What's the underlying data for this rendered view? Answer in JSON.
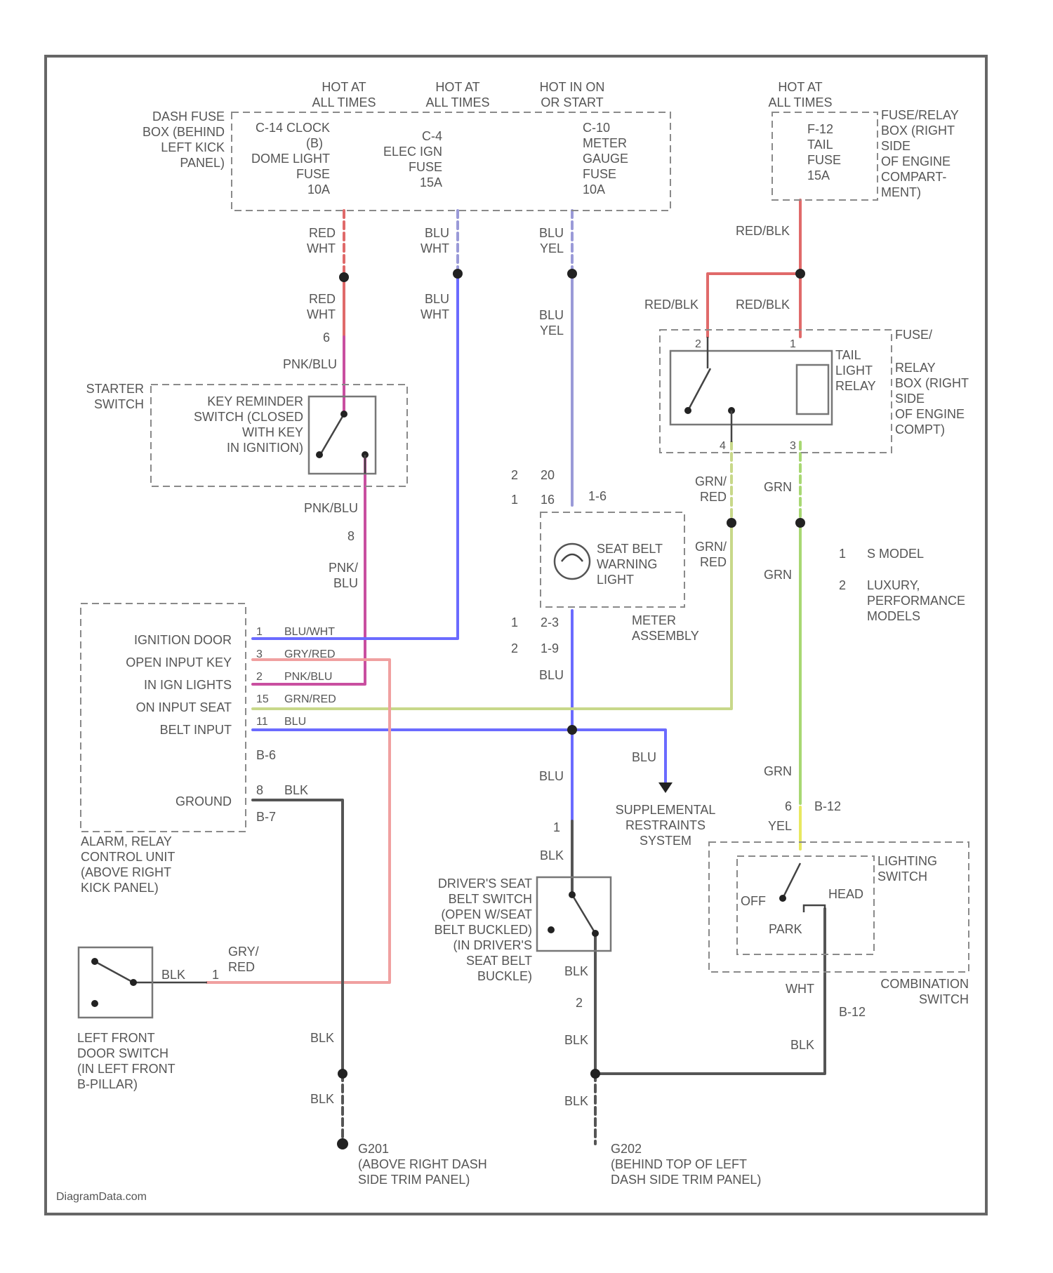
{
  "colors": {
    "red": "#e06a6a",
    "pink": "#c94fa0",
    "blue": "#6b6bff",
    "lavender": "#9a9ad8",
    "green": "#a8d873",
    "yellowgreen": "#c8d88a",
    "yellow": "#e8e860",
    "black": "#555555",
    "salmon": "#f0a0a0",
    "frame": "#666666"
  },
  "labels": {
    "hot1": [
      "HOT AT",
      "ALL TIMES"
    ],
    "hot2": [
      "HOT AT",
      "ALL TIMES"
    ],
    "hot3": [
      "HOT IN ON",
      "OR START"
    ],
    "hot4": [
      "HOT AT",
      "ALL TIMES"
    ],
    "dash_fuse_box": [
      "DASH FUSE",
      "BOX (BEHIND",
      "LEFT KICK",
      "PANEL)"
    ],
    "fuse_c14": [
      "C-14 CLOCK",
      "(B)",
      "DOME LIGHT",
      "FUSE",
      "10A"
    ],
    "fuse_c4": [
      "C-4",
      "ELEC IGN",
      "FUSE",
      "15A"
    ],
    "fuse_c10": [
      "C-10",
      "METER",
      "GAUGE",
      "FUSE",
      "10A"
    ],
    "fuse_f12": [
      "F-12",
      "TAIL",
      "FUSE",
      "15A"
    ],
    "fuse_relay_box": [
      "FUSE/RELAY",
      "BOX (RIGHT",
      "SIDE",
      "OF ENGINE",
      "COMPART-",
      "MENT)"
    ],
    "w_red_wht": [
      "RED",
      "WHT"
    ],
    "w_red_wht2": [
      "RED",
      "WHT"
    ],
    "w_blu_wht": [
      "BLU",
      "WHT"
    ],
    "w_blu_wht2": [
      "BLU",
      "WHT"
    ],
    "w_blu_yel": [
      "BLU",
      "YEL"
    ],
    "w_blu_yel2": [
      "BLU",
      "YEL"
    ],
    "w_red_blk1": "RED/BLK",
    "w_red_blk2": "RED/BLK",
    "w_red_blk3": "RED/BLK",
    "pin6": "6",
    "w_pnk_blu1": "PNK/BLU",
    "starter_switch": [
      "STARTER",
      "SWITCH"
    ],
    "key_reminder": [
      "KEY REMINDER",
      "SWITCH (CLOSED",
      "WITH KEY",
      "IN IGNITION)"
    ],
    "w_pnk_blu2": "PNK/BLU",
    "pin8": "8",
    "w_pnk_blu3": [
      "PNK/",
      "BLU"
    ],
    "fuse_relay_label": "FUSE/",
    "tail_relay": [
      "TAIL",
      "LIGHT",
      "RELAY"
    ],
    "relay_box": [
      "RELAY",
      "BOX (RIGHT",
      "SIDE",
      "OF ENGINE",
      "COMPT)"
    ],
    "relay_pins": [
      "2",
      "1",
      "4",
      "3"
    ],
    "w_grn_red1": [
      "GRN/",
      "RED"
    ],
    "w_grn_red2": [
      "GRN/",
      "RED"
    ],
    "w_grn1": "GRN",
    "w_grn2": "GRN",
    "w_grn3": "GRN",
    "conn_meter_top": [
      "2",
      "20",
      "1",
      "16",
      "1-6"
    ],
    "seat_belt_light": [
      "SEAT BELT",
      "WARNING",
      "LIGHT"
    ],
    "meter_assembly": [
      "METER",
      "ASSEMBLY"
    ],
    "conn_meter_bot": [
      "1",
      "2-3",
      "2",
      "1-9"
    ],
    "w_blu1": "BLU",
    "note1_num": "1",
    "note1": "S MODEL",
    "note2_num": "2",
    "note2": [
      "LUXURY,",
      "PERFORMANCE",
      "MODELS"
    ],
    "acu_inputs": [
      "IGNITION DOOR",
      "OPEN INPUT KEY",
      "IN IGN LIGHTS",
      "ON INPUT SEAT",
      "BELT INPUT"
    ],
    "acu_pins": [
      "1",
      "3",
      "2",
      "15",
      "11"
    ],
    "acu_wires": [
      "BLU/WHT",
      "GRY/RED",
      "PNK/BLU",
      "GRN/RED",
      "BLU"
    ],
    "b6": "B-6",
    "ground_label": "GROUND",
    "ground_pin": "8",
    "w_blk_acu": "BLK",
    "b7": "B-7",
    "alarm_relay": [
      "ALARM, RELAY",
      "CONTROL UNIT",
      "(ABOVE RIGHT",
      "KICK PANEL)"
    ],
    "w_blu2": "BLU",
    "w_blu3": "BLU",
    "srs": [
      "SUPPLEMENTAL",
      "RESTRAINTS",
      "SYSTEM"
    ],
    "pin1_sw": "1",
    "w_blk2": "BLK",
    "drivers_seat": [
      "DRIVER'S SEAT",
      "BELT SWITCH",
      "(OPEN W/SEAT",
      "BELT BUCKLED)",
      "(IN DRIVER'S",
      "SEAT BELT",
      "BUCKLE)"
    ],
    "w_blk3": "BLK",
    "pin2_sw": "2",
    "w_blk4": "BLK",
    "w_blk5": "BLK",
    "g201": [
      "G201",
      "(ABOVE RIGHT DASH",
      "SIDE TRIM PANEL)"
    ],
    "g202": [
      "G202",
      "(BEHIND TOP OF LEFT",
      "DASH SIDE TRIM PANEL)"
    ],
    "conn_b12a": [
      "6",
      "B-12"
    ],
    "w_yel": "YEL",
    "lighting_switch": [
      "LIGHTING",
      "SWITCH"
    ],
    "ls_positions": [
      "OFF",
      "HEAD",
      "PARK"
    ],
    "combination_switch": [
      "COMBINATION",
      "SWITCH"
    ],
    "w_wht": "WHT",
    "conn_b12b": "B-12",
    "w_blk6": "BLK",
    "door_switch": [
      "LEFT FRONT",
      "DOOR SWITCH",
      "(IN LEFT FRONT",
      "B-PILLAR)"
    ],
    "w_blk_door": "BLK",
    "door_pin": "1",
    "w_gry_red": [
      "GRY/",
      "RED"
    ],
    "w_blk_g201a": "BLK",
    "w_blk_g201b": "BLK",
    "watermark": "DiagramData.com"
  }
}
